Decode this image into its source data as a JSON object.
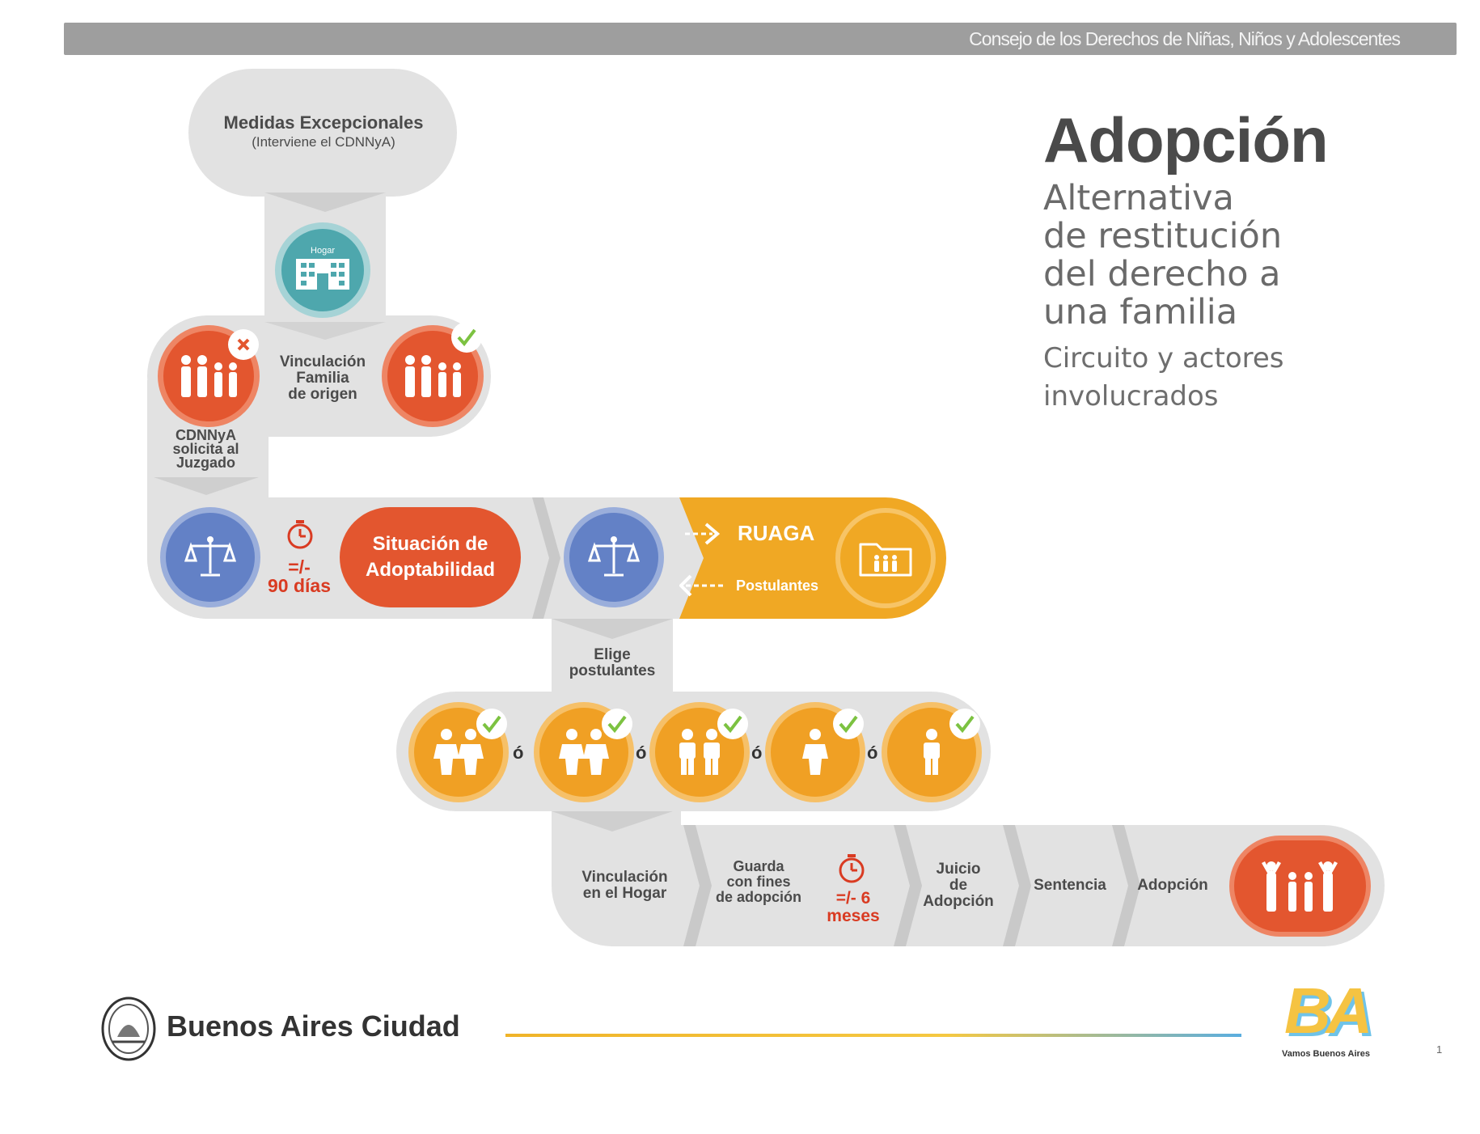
{
  "header": {
    "org": "Consejo de los Derechos de Niñas, Niños y Adolescentes"
  },
  "title": {
    "main": "Adopción",
    "sub": [
      "Alternativa",
      "de restitución",
      "del derecho a",
      "una familia"
    ],
    "desc": [
      "Circuito y actores",
      "involucrados"
    ]
  },
  "flow": {
    "start": {
      "line1": "Medidas Excepcionales",
      "line2": "(Interviene el CDNNyA)"
    },
    "hogar": "Hogar",
    "vinculacion_origen": [
      "Vinculación",
      "Familia",
      "de origen"
    ],
    "cdnnya": [
      "CDNNyA",
      "solicita al",
      "Juzgado"
    ],
    "timer1": [
      "=/-",
      "90 días"
    ],
    "adoptabilidad": [
      "Situación de",
      "Adoptabilidad"
    ],
    "ruaga": "RUAGA",
    "postulantes": "Postulantes",
    "elige": [
      "Elige",
      "postulantes"
    ],
    "or_sep": "ó",
    "vinc_hogar": [
      "Vinculación",
      "en el Hogar"
    ],
    "guarda": [
      "Guarda",
      "con fines",
      "de adopción"
    ],
    "timer2": [
      "=/- 6",
      "meses"
    ],
    "juicio": [
      "Juicio",
      "de",
      "Adopción"
    ],
    "sentencia": "Sentencia",
    "adopcion": "Adopción"
  },
  "footer": {
    "city": "Buenos Aires Ciudad",
    "logo": "BA",
    "slogan": "Vamos Buenos Aires",
    "page": "1"
  },
  "colors": {
    "red": "#e3562f",
    "blue": "#6381c6",
    "orange": "#f0a024",
    "gray": "#e2e2e2",
    "teal": "#4ea7ad",
    "check": "#7cc241"
  }
}
